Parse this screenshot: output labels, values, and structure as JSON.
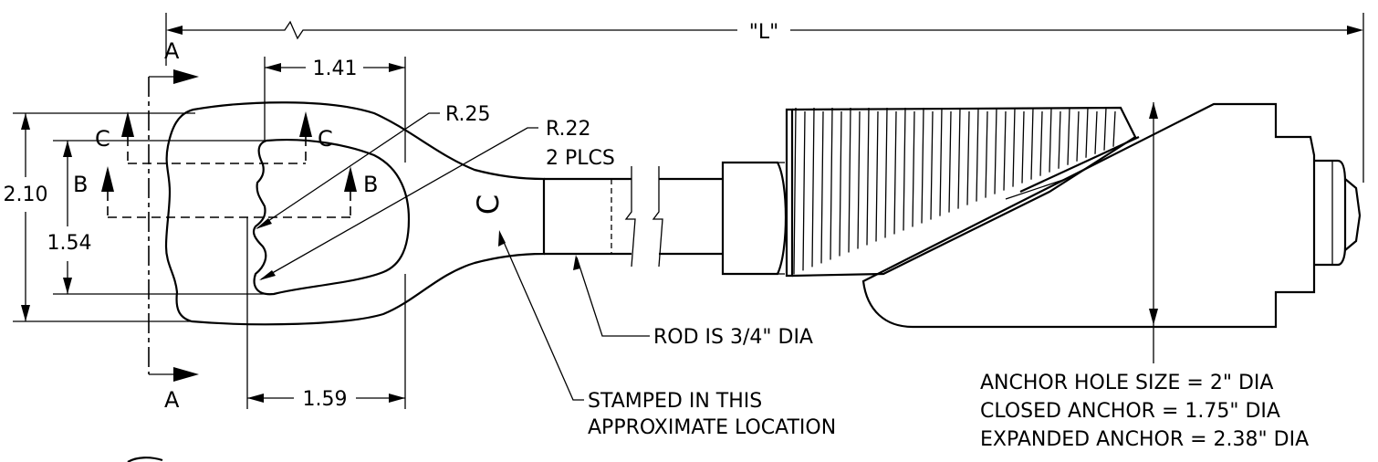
{
  "dimensions": {
    "overall_length": "\"L\"",
    "top_width": "1.41",
    "bottom_width": "1.59",
    "outer_height": "2.10",
    "inner_height": "1.54"
  },
  "radii": {
    "eye_radius": "R.25",
    "neck_radius_line1": "R.22",
    "neck_radius_line2": "2 PLCS"
  },
  "section_markers": {
    "a_top": "A",
    "a_bottom": "A",
    "c_left": "C",
    "c_right": "C",
    "b_left": "B",
    "b_right": "B"
  },
  "stamp_mark": "C",
  "notes": {
    "rod": "ROD IS 3/4\" DIA",
    "stamp_line1": "STAMPED IN THIS",
    "stamp_line2": "APPROXIMATE LOCATION",
    "anchor_line1": "ANCHOR HOLE SIZE = 2\" DIA",
    "anchor_line2": "CLOSED ANCHOR = 1.75\" DIA",
    "anchor_line3": "EXPANDED ANCHOR = 2.38\" DIA"
  }
}
